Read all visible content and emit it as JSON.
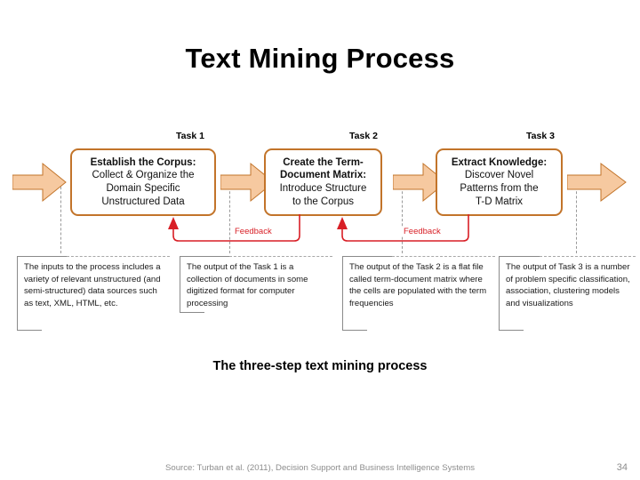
{
  "slide": {
    "title": "Text Mining Process",
    "caption": "The three-step text mining process"
  },
  "footer": {
    "source": "Source: Turban et al. (2011), Decision Support and Business Intelligence Systems",
    "page_number": "34"
  },
  "colors": {
    "box_border": "#C2742A",
    "arrow_fill": "#F6C9A0",
    "arrow_stroke": "#C2742A",
    "feedback": "#D81F26",
    "note_border": "#8a8a8a",
    "footer_text": "#8d8d8d"
  },
  "diagram": {
    "tasks": [
      {
        "label": "Task 1",
        "heading": "Establish the Corpus:",
        "lines": [
          "Collect & Organize the",
          "Domain Specific",
          "Unstructured Data"
        ]
      },
      {
        "label": "Task 2",
        "heading_lines": [
          "Create the Term-",
          "Document Matrix:"
        ],
        "lines": [
          "Introduce Structure",
          "to the Corpus"
        ]
      },
      {
        "label": "Task 3",
        "heading": "Extract Knowledge:",
        "lines": [
          "Discover Novel",
          "Patterns from the",
          "T-D Matrix"
        ]
      }
    ],
    "feedback_labels": [
      "Feedback",
      "Feedback"
    ],
    "notes": [
      "The inputs to the process includes a variety of relevant unstructured (and semi-structured) data sources such as text, XML, HTML, etc.",
      "The output of the Task 1 is a collection of documents in some digitized format for computer processing",
      "The output of the Task 2 is a flat file called term-document matrix where the cells are populated with the term frequencies",
      "The output of Task 3 is a number of problem specific classification, association, clustering models and visualizations"
    ]
  }
}
